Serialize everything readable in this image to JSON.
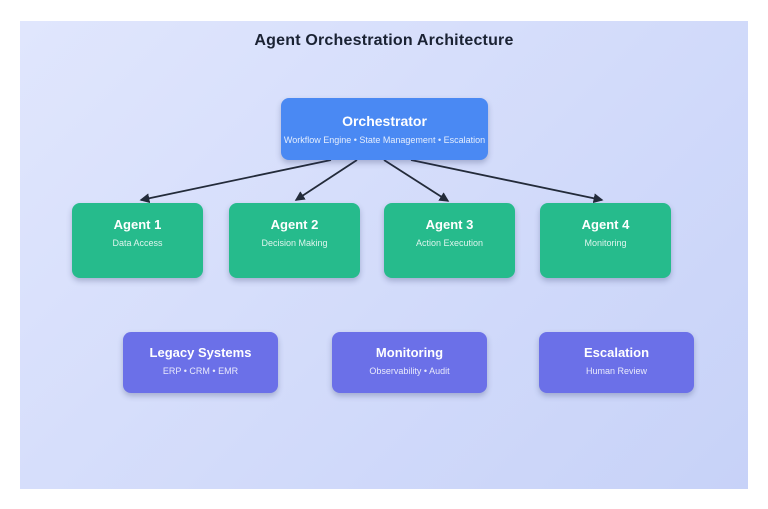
{
  "title": "Agent Orchestration Architecture",
  "colors": {
    "canvas-top": "#e0e6fd",
    "canvas-bottom": "#c7d2f8",
    "heading": "#1a2233",
    "edge": "#232b3a",
    "node-blue": "#4a89f3",
    "node-green": "#26bb8c",
    "node-purple": "#6b70e8"
  },
  "nodes": {
    "orchestrator": {
      "title": "Orchestrator",
      "subtitle": "Workflow Engine • State Management • Escalation"
    },
    "agents": [
      {
        "title": "Agent 1",
        "subtitle": "Data Access"
      },
      {
        "title": "Agent 2",
        "subtitle": "Decision Making"
      },
      {
        "title": "Agent 3",
        "subtitle": "Action Execution"
      },
      {
        "title": "Agent 4",
        "subtitle": "Monitoring"
      }
    ],
    "systems": [
      {
        "title": "Legacy Systems",
        "subtitle": "ERP • CRM • EMR"
      },
      {
        "title": "Monitoring",
        "subtitle": "Observability • Audit"
      },
      {
        "title": "Escalation",
        "subtitle": "Human Review"
      }
    ]
  }
}
